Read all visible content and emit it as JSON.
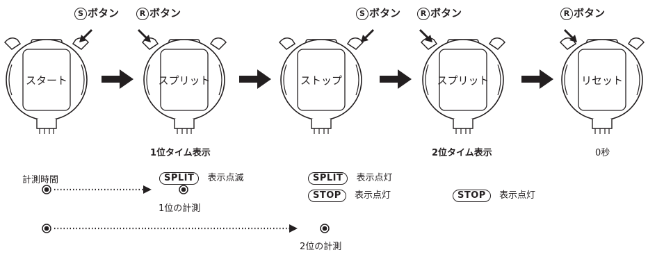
{
  "button_labels": {
    "s_mark": "S",
    "r_mark": "R",
    "suffix": "ボタン"
  },
  "modes": [
    "スタート",
    "スプリット",
    "ストップ",
    "スプリット",
    "リセット"
  ],
  "captions": {
    "first_split": "1位タイム表示",
    "second_split": "2位タイム表示",
    "reset": "0秒"
  },
  "timeline": {
    "measure_label": "計測時間",
    "first_measure": "1位の計測",
    "second_measure": "2位の計測"
  },
  "indicators": {
    "split": "SPLIT",
    "stop": "STOP",
    "blinking": "表示点滅",
    "lit": "表示点灯"
  }
}
